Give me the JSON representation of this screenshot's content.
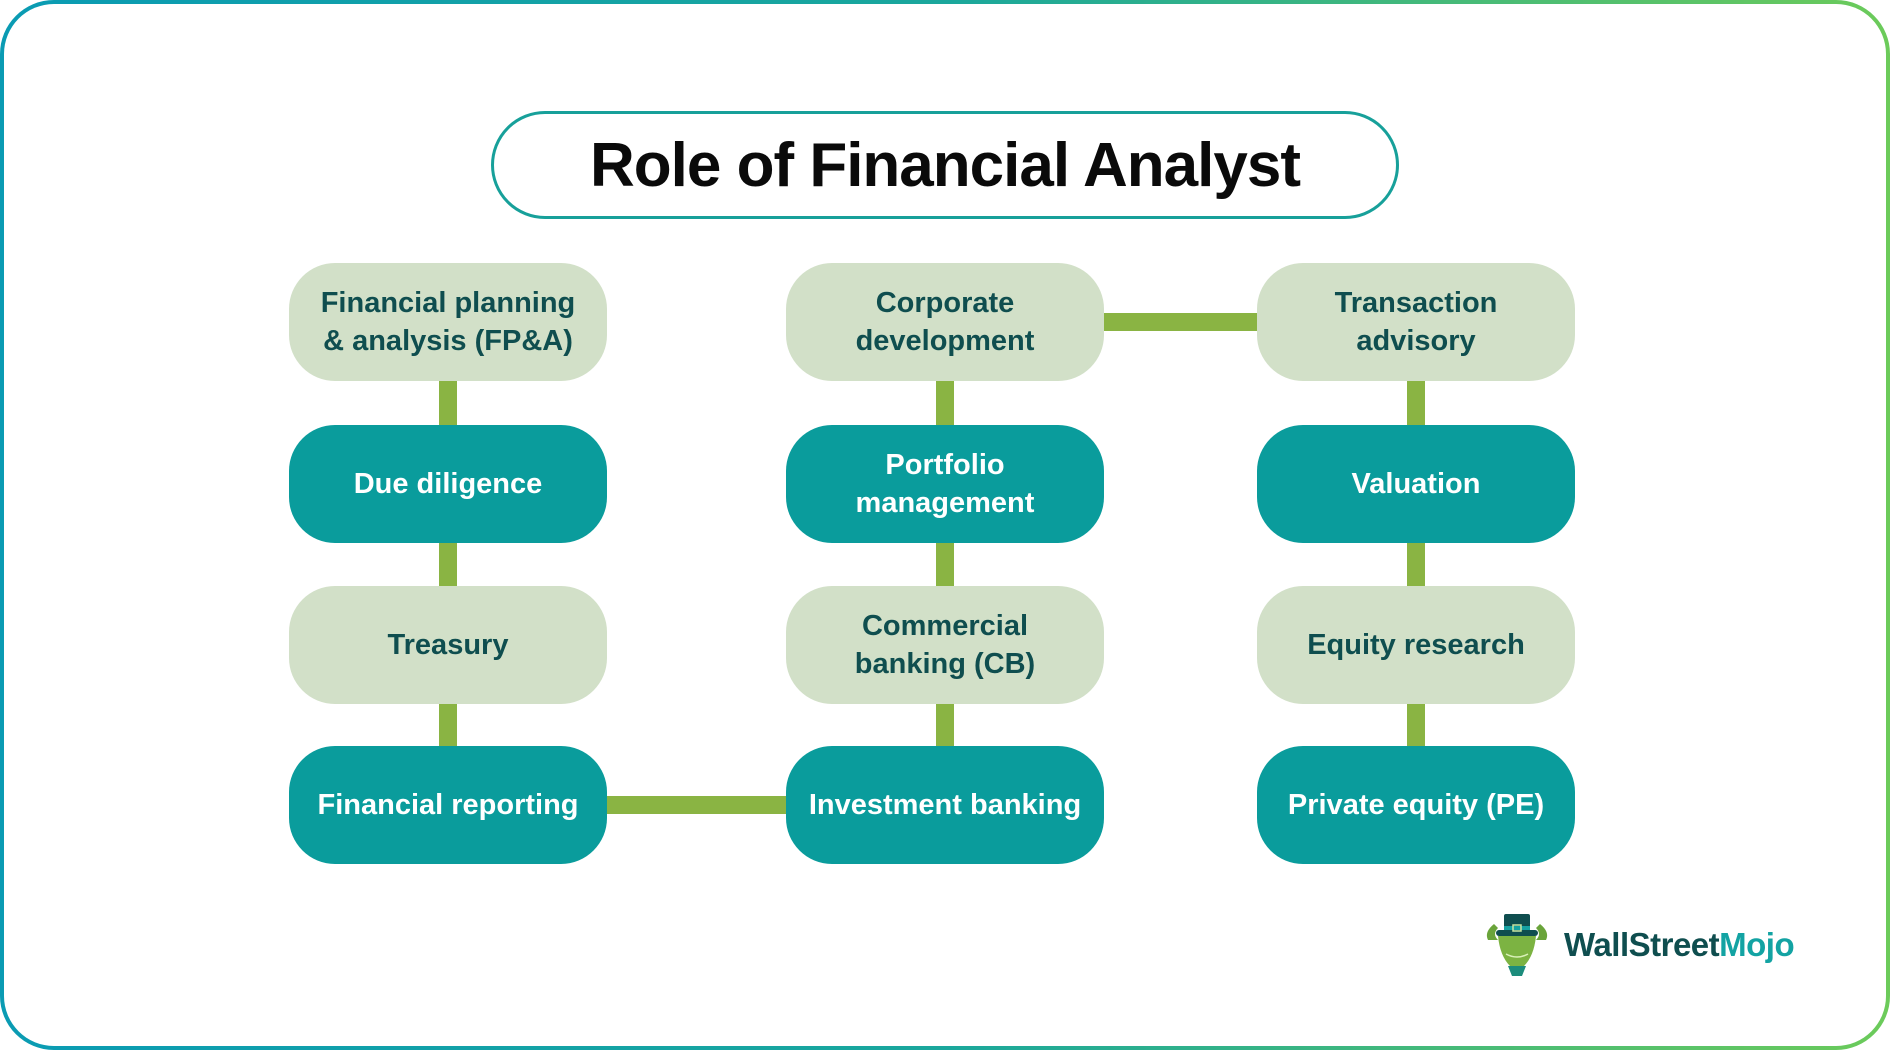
{
  "title": "Role of Financial Analyst",
  "colors": {
    "light_node": "#d2e0c8",
    "dark_node": "#0a9c9c",
    "light_text": "#0f4e4f",
    "dark_text": "#ffffff",
    "connector": "#8ab443",
    "title_border": "#17a09a"
  },
  "columns": [
    {
      "nodes": [
        {
          "label": "Financial planning & analysis (FP&A)",
          "style": "light"
        },
        {
          "label": "Due diligence",
          "style": "dark"
        },
        {
          "label": "Treasury",
          "style": "light"
        },
        {
          "label": "Financial reporting",
          "style": "dark"
        }
      ]
    },
    {
      "nodes": [
        {
          "label": "Corporate development",
          "style": "light"
        },
        {
          "label": "Portfolio management",
          "style": "dark"
        },
        {
          "label": "Commercial banking (CB)",
          "style": "light"
        },
        {
          "label": "Investment banking",
          "style": "dark"
        }
      ]
    },
    {
      "nodes": [
        {
          "label": "Transaction advisory",
          "style": "light"
        },
        {
          "label": "Valuation",
          "style": "dark"
        },
        {
          "label": "Equity research",
          "style": "light"
        },
        {
          "label": "Private equity (PE)",
          "style": "dark"
        }
      ]
    }
  ],
  "connections": [
    {
      "from": "Financial planning & analysis (FP&A)",
      "to": "Due diligence"
    },
    {
      "from": "Due diligence",
      "to": "Treasury"
    },
    {
      "from": "Treasury",
      "to": "Financial reporting"
    },
    {
      "from": "Financial reporting",
      "to": "Investment banking"
    },
    {
      "from": "Investment banking",
      "to": "Commercial banking (CB)"
    },
    {
      "from": "Commercial banking (CB)",
      "to": "Portfolio management"
    },
    {
      "from": "Portfolio management",
      "to": "Corporate development"
    },
    {
      "from": "Corporate development",
      "to": "Transaction advisory"
    },
    {
      "from": "Transaction advisory",
      "to": "Valuation"
    },
    {
      "from": "Valuation",
      "to": "Equity research"
    },
    {
      "from": "Equity research",
      "to": "Private equity (PE)"
    }
  ],
  "logo": {
    "part1": "WallStreet",
    "part2": "Mojo",
    "icon": "bull-with-top-hat-icon"
  }
}
